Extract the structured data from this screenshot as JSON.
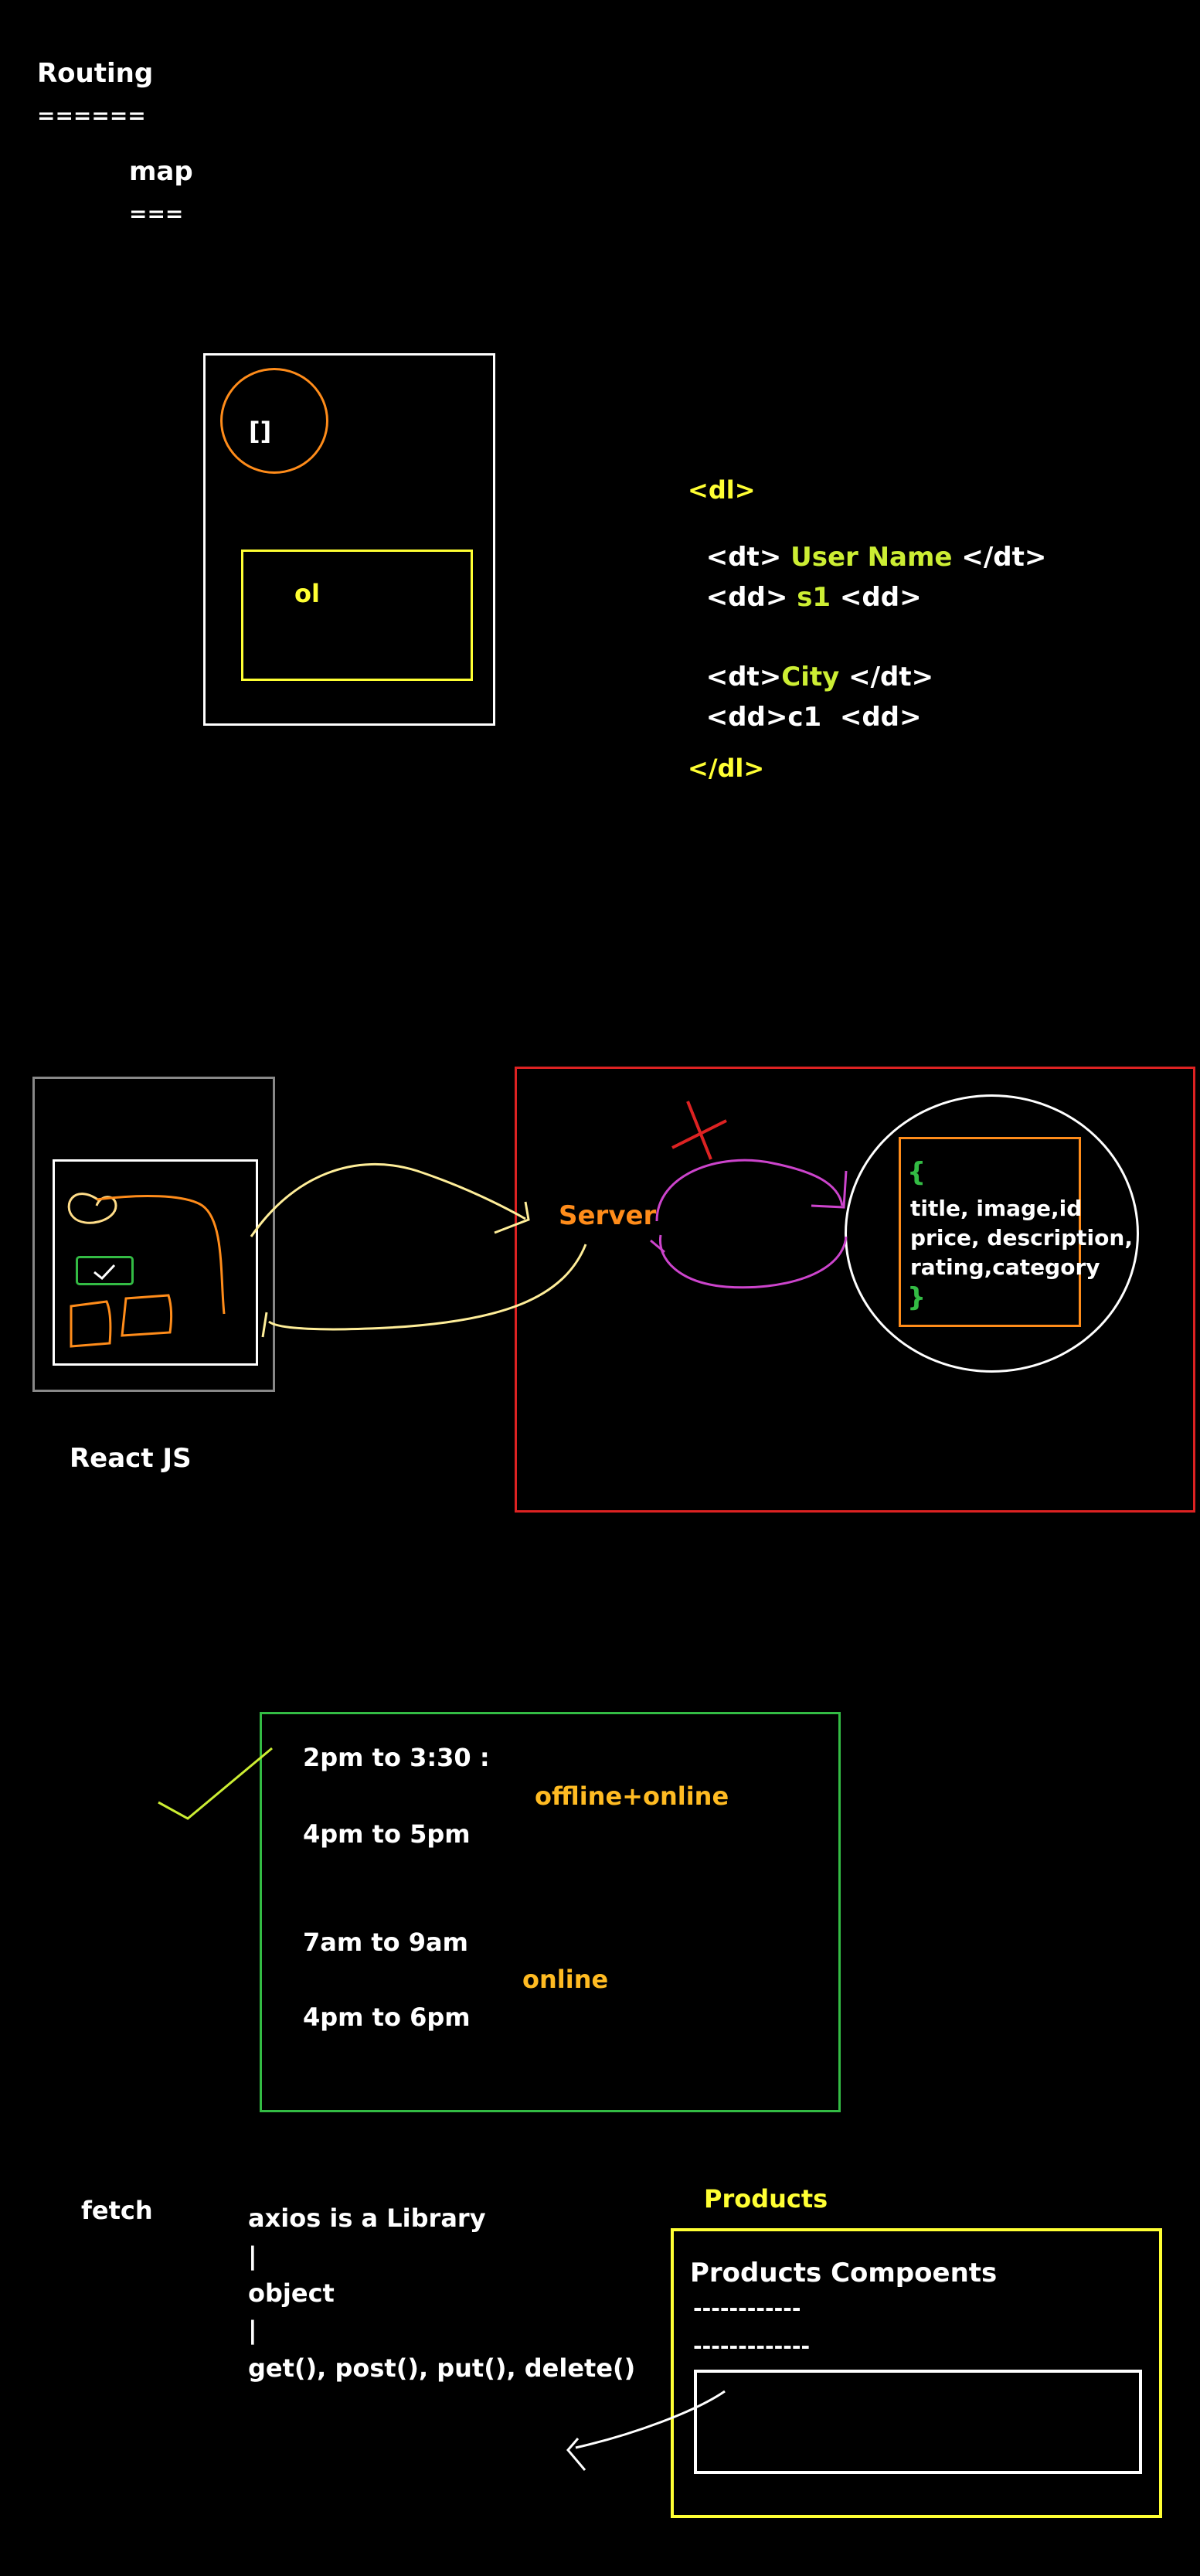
{
  "colors": {
    "background": "#000000",
    "white": "#ffffff",
    "yellow": "#ffff33",
    "lime": "#ccee33",
    "orange": "#ff8c1a",
    "green": "#33bb44",
    "red": "#dd2222",
    "magenta": "#cc44cc",
    "pale_yellow": "#ffee99",
    "gray": "#888888"
  },
  "header": {
    "title": "Routing",
    "title_underline": "======",
    "subtitle": "map",
    "subtitle_underline": "==="
  },
  "layout_sketch": {
    "circle_text": "[]",
    "box_text": "ol"
  },
  "dl_code": {
    "dl_open": "<dl>",
    "dt1_open": "<dt> ",
    "dt1_value": "User Name",
    "dt1_close": " </dt>",
    "dd1_open": "<dd> ",
    "dd1_value": "s1",
    "dd1_close": " <dd>",
    "dt2_open": "<dt>",
    "dt2_value": "City",
    "dt2_close": " </dt>",
    "dd2_open": "<dd>",
    "dd2_value": "c1",
    "dd2_close": "  <dd>",
    "dl_close": "</dl>"
  },
  "architecture": {
    "client_label": "React JS",
    "server_label": "Server",
    "data_open_brace": "{",
    "data_line1": "title, image,id",
    "data_line2": "price, description,",
    "data_line3": "rating,category",
    "data_close_brace": "}"
  },
  "schedule": {
    "slot1": "2pm to 3:30 :",
    "mode1": "offline+online",
    "slot2": "4pm to 5pm",
    "slot3": "7am to 9am",
    "mode2": "online",
    "slot4": "4pm to 6pm"
  },
  "fetch_notes": {
    "fetch_label": "fetch",
    "line1": "axios is a Library",
    "pipe1": "|",
    "line2": "object",
    "pipe2": "|",
    "line3": "get(), post(), put(), delete()"
  },
  "products": {
    "heading": "Products",
    "component_title": "Products Compoents",
    "dash1": "------------",
    "dash2": "-------------"
  }
}
